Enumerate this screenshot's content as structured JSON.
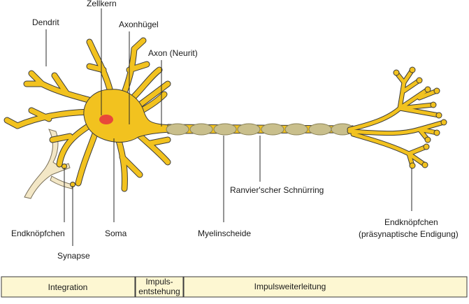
{
  "labels": {
    "zellkern": "Zellkern",
    "dendrit": "Dendrit",
    "axonhuegel": "Axonhügel",
    "axon": "Axon (Neurit)",
    "ranvier": "Ranvier'scher Schnürring",
    "endknoepfchen_praesyn_line1": "Endknöpfchen",
    "endknoepfchen_praesyn_line2": "(präsynaptische Endigung)",
    "endknoepfchen_left": "Endknöpfchen",
    "synapse": "Synapse",
    "soma": "Soma",
    "myelinscheide": "Myelinscheide"
  },
  "phases": {
    "integration": "Integration",
    "impulsentstehung_line1": "Impuls-",
    "impulsentstehung_line2": "entstehung",
    "impulsweiterleitung": "Impulsweiterleitung"
  },
  "colors": {
    "neuron": "#f2c21f",
    "nucleus": "#e8483a",
    "myelin": "#c9bf8c",
    "presynaptic_cell": "#f3e7c6",
    "phase_box": "#fdf7d2"
  }
}
